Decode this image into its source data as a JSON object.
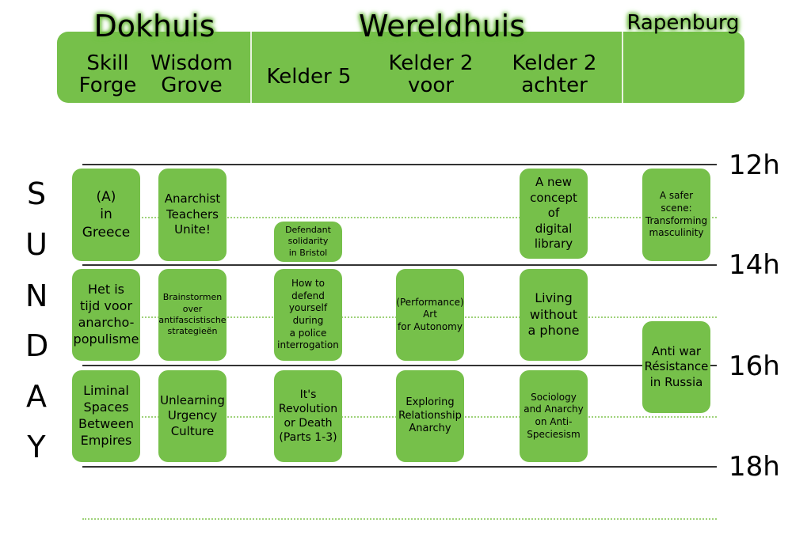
{
  "venues": [
    {
      "name": "Dokhuis"
    },
    {
      "name": "Wereldhuis"
    },
    {
      "name": "Rapenburg"
    }
  ],
  "rooms": [
    "Skill\nForge",
    "Wisdom\nGrove",
    "Kelder 5",
    "Kelder 2\nvoor",
    "Kelder 2\nachter"
  ],
  "day": [
    "S",
    "U",
    "N",
    "D",
    "A",
    "Y"
  ],
  "hours": [
    "12h",
    "14h",
    "16h",
    "18h"
  ],
  "events": [
    {
      "title": "(A)\nin\nGreece"
    },
    {
      "title": "Anarchist\nTeachers\nUnite!"
    },
    {
      "title": "Defendant\nsolidarity\nin Bristol"
    },
    {
      "title": "A new\nconcept\nof\ndigital\nlibrary"
    },
    {
      "title": "A safer\nscene:\nTransforming\nmasculinity"
    },
    {
      "title": "Het is\ntijd voor\nanarcho-\npopulisme"
    },
    {
      "title": "Brainstormen\nover\nantifascistische\nstrategieën"
    },
    {
      "title": "How to\ndefend\nyourself\nduring\na police\ninterrogation"
    },
    {
      "title": "(Performance)\nArt\nfor Autonomy"
    },
    {
      "title": "Living\nwithout\na phone"
    },
    {
      "title": "Anti war\nRésistance\nin Russia"
    },
    {
      "title": "Liminal\nSpaces\nBetween\nEmpires"
    },
    {
      "title": "Unlearning\nUrgency\nCulture"
    },
    {
      "title": "It's\nRevolution\nor Death\n(Parts 1-3)"
    },
    {
      "title": "Exploring\nRelationship\nAnarchy"
    },
    {
      "title": "Sociology\nand Anarchy\non Anti-\nSpeciesism"
    }
  ],
  "colors": {
    "green": "#76c04a"
  }
}
